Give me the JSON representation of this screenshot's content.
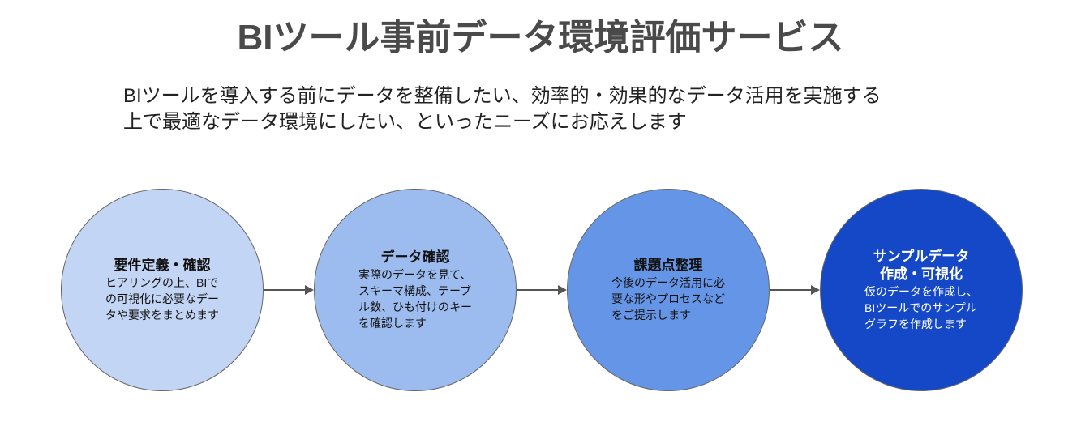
{
  "title": "BIツール事前データ環境評価サービス",
  "subtitle": [
    "BIツールを導入する前にデータを整備したい、効率的・効果的なデータ活用を実施する",
    "上で最適なデータ環境にしたい、といったニーズにお応えします"
  ],
  "steps": [
    {
      "title": [
        "要件定義・確認"
      ],
      "body": [
        "ヒアリングの上、BIで",
        "の可視化に必要なデー",
        "タや要求をまとめます"
      ],
      "color": "#c3d5f5",
      "text_color": "#111111"
    },
    {
      "title": [
        "データ確認"
      ],
      "body": [
        "実際のデータを見て、",
        "スキーマ構成、テーブ",
        "ル数、ひも付けのキー",
        "を確認します"
      ],
      "color": "#9cbcf0",
      "text_color": "#111111"
    },
    {
      "title": [
        "課題点整理"
      ],
      "body": [
        "今後のデータ活用に必",
        "要な形やプロセスなど",
        "をご提示します"
      ],
      "color": "#6595e6",
      "text_color": "#111111"
    },
    {
      "title": [
        "サンプルデータ",
        "作成・可視化"
      ],
      "body": [
        "仮のデータを作成し、",
        "BIツールでのサンプル",
        "グラフを作成します"
      ],
      "color": "#1448c7",
      "text_color": "#ffffff"
    }
  ]
}
